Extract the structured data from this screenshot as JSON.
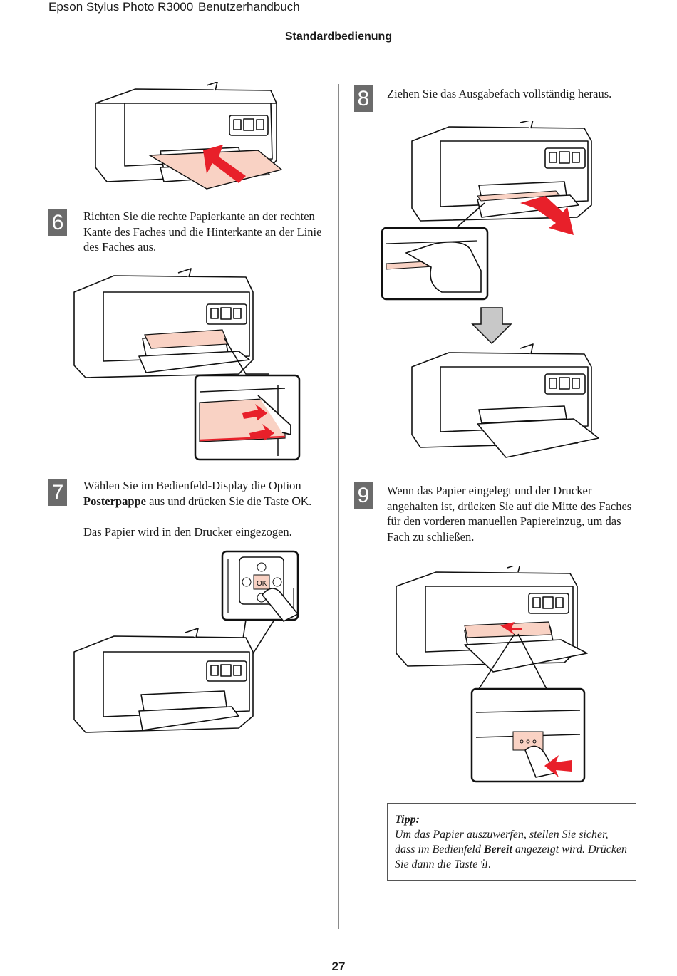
{
  "header": {
    "product": "Epson Stylus Photo R3000",
    "doc_title": "Benutzerhandbuch",
    "section": "Standardbedienung"
  },
  "steps": {
    "s6": {
      "num": "6",
      "text": "Richten Sie die rechte Papierkante an der rechten Kante des Faches und die Hinterkante an der Linie des Faches aus."
    },
    "s7": {
      "num": "7",
      "text_before": "Wählen Sie im Bedienfeld-Display die Option ",
      "option": "Posterpappe",
      "text_after": " aus und drücken Sie die Taste ",
      "button": "OK",
      "period": ".",
      "note": "Das Papier wird in den Drucker eingezogen."
    },
    "s8": {
      "num": "8",
      "text": "Ziehen Sie das Ausgabefach vollständig heraus."
    },
    "s9": {
      "num": "9",
      "text": "Wenn das Papier eingelegt und der Drucker angehalten ist, drücken Sie auf die Mitte des Faches für den vorderen manuellen Papiereinzug, um das Fach zu schließen."
    }
  },
  "illustrations": {
    "ok_label": "OK"
  },
  "tip": {
    "title": "Tipp:",
    "text_1": "Um das Papier auszuwerfen, stellen Sie sicher, dass im Bedienfeld ",
    "bold": "Bereit",
    "text_2": " angezeigt wird. Drücken Sie dann die Taste ",
    "icon": "trash-icon",
    "period": "."
  },
  "page_number": "27",
  "colors": {
    "paper": "#f9d2c4",
    "arrow": "#e8202a",
    "step_badge": "#6b6b6b",
    "down_arrow": "#c8c8c8"
  }
}
